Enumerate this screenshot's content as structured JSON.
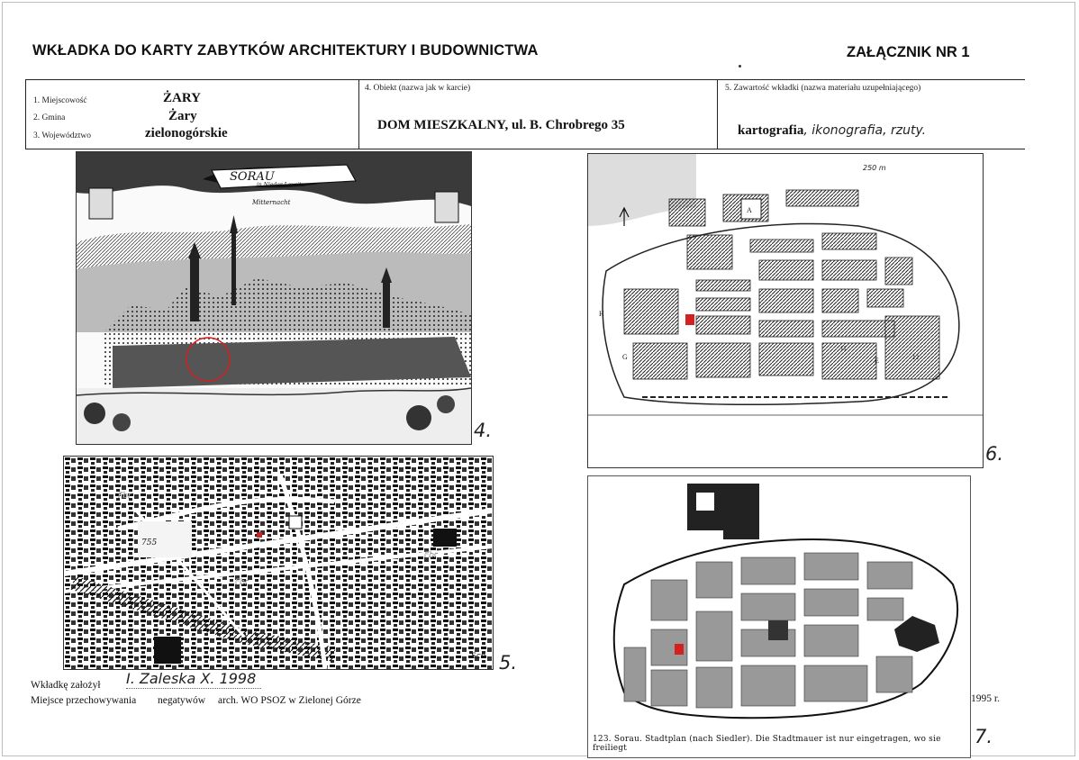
{
  "header": {
    "title": "WKŁADKA DO KARTY ZABYTKÓW ARCHITEKTURY I BUDOWNICTWA",
    "annex": "ZAŁĄCZNIK NR 1"
  },
  "location": {
    "field1_label": "1. Miejscowość",
    "field1_value": "ŻARY",
    "field2_label": "2. Gmina",
    "field2_value": "Żary",
    "field3_label": "3. Województwo",
    "field3_value": "zielonogórskie"
  },
  "object": {
    "label": "4. Obiekt (nazwa jak w karcie)",
    "value": "DOM MIESZKALNY, ul. B. Chrobrego 35"
  },
  "contents": {
    "label": "5. Zawartość wkładki (nazwa materiału uzupełniającego)",
    "value_typed": "kartografia",
    "value_handwritten": ", ikonografia, rzuty."
  },
  "figures": {
    "fig4_number": "4.",
    "fig4_banner": "SORAU",
    "fig4_subbanner": "in Nieder Lausitz",
    "fig4_sky_text": "Mitternacht",
    "fig5_number": "5.",
    "fig5_label_fbr1": "Fbr",
    "fig5_label_fbr2": "Fbr",
    "fig5_label_fbr3": "Fbr",
    "fig5_label_755": "755",
    "fig5_label_sch": "Sch",
    "fig6_number": "6.",
    "fig6_label_a": "A",
    "fig6_label_h": "H",
    "fig6_label_g": "G",
    "fig6_label_e": "E",
    "fig6_label_12": "12",
    "fig6_label_11": "11",
    "fig6_scale_note": "250 m",
    "fig7_number": "7.",
    "fig7_caption": "123. Sorau. Stadtplan (nach Siedler). Die Stadtmauer ist nur eingetragen, wo sie freiliegt"
  },
  "footer": {
    "founder_label": "Wkładkę założył",
    "founder_value": "I. Zaleska  X. 1998",
    "storage_label": "Miejsce przechowywania",
    "storage_negatives": "negatywów",
    "storage_value": "arch. WO PSOZ w Zielonej Górze",
    "year": "1995 r."
  },
  "colors": {
    "marker_red": "#d42020",
    "ink": "#1a1a1a",
    "border": "#222222"
  }
}
